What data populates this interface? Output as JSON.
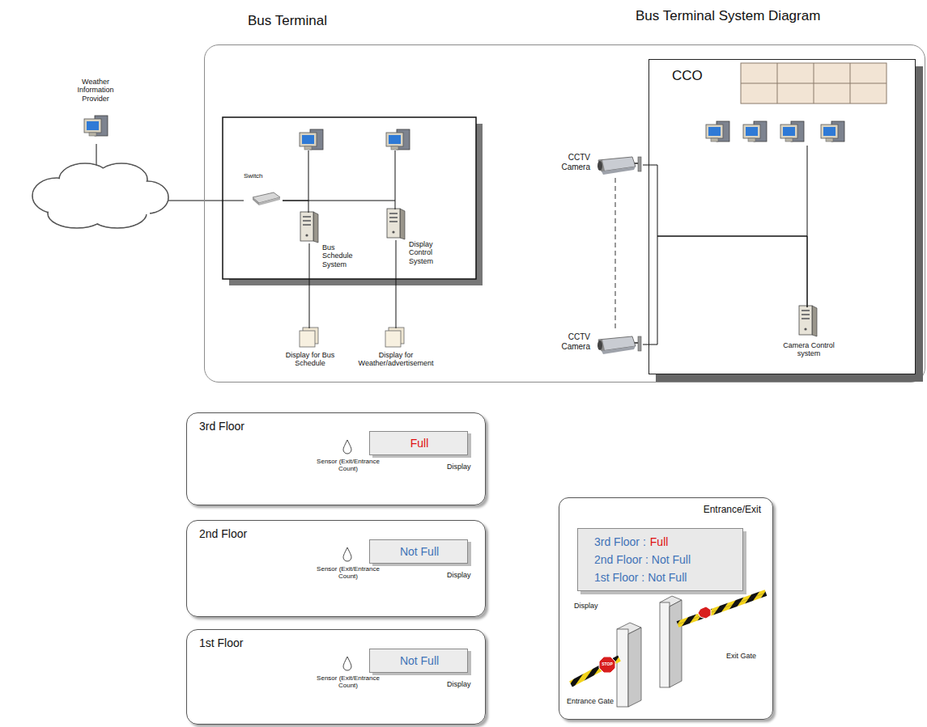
{
  "diagram": {
    "title": "Bus Terminal System Diagram",
    "nodes": [
      {
        "text": [
          "Bus Terminal"
        ]
      },
      {
        "text": [
          "Weather Information Provider"
        ]
      },
      {
        "text": [
          "Switch"
        ],
        "in": 0
      },
      {
        "text": [
          "Bus Schedule System"
        ],
        "in": 0
      },
      {
        "text": [
          "Display Control System"
        ],
        "in": 0
      },
      {
        "text": [
          "Display for Bus Schedule"
        ],
        "in": 0
      },
      {
        "text": [
          "Display for Weather/advertisement"
        ],
        "in": 0
      },
      {
        "text": [
          "CCTV Camera"
        ],
        "in": 0
      },
      {
        "text": [
          "CCTV Camera"
        ],
        "in": 0
      },
      {
        "text": [
          "CCO"
        ],
        "in": 0
      },
      {
        "text": [
          "Camera Control system"
        ],
        "in": 9
      },
      {
        "text": [
          "3rd Floor"
        ]
      },
      {
        "text": [
          "Full",
          "Display"
        ],
        "in": 11
      },
      {
        "text": [
          "2nd Floor"
        ]
      },
      {
        "text": [
          "Not Full",
          "Display"
        ],
        "in": 13
      },
      {
        "text": [
          "1st Floor"
        ]
      },
      {
        "text": [
          "Not Full",
          "Display"
        ],
        "in": 15
      },
      {
        "text": [
          "Entrance/Exit"
        ]
      },
      {
        "text": [
          "3rd Floor :",
          "Full",
          "2nd Floor : Not Full",
          "1st Floor : Not Full",
          "Display"
        ],
        "in": 17
      }
    ],
    "edges": [
      {
        "from": 1,
        "to": 2,
        "arrow": "none"
      },
      {
        "from": 2,
        "to": 3,
        "arrow": "none"
      },
      {
        "from": 2,
        "to": 4,
        "arrow": "none"
      },
      {
        "from": 3,
        "to": 5,
        "arrow": "none"
      },
      {
        "from": 4,
        "to": 6,
        "arrow": "none"
      },
      {
        "from": 7,
        "to": 10,
        "arrow": "none"
      },
      {
        "from": 8,
        "to": 10,
        "arrow": "none"
      }
    ],
    "labels": [
      "Sensor (Exit/Entrance Count)",
      "Sensor (Exit/Entrance Count)",
      "Sensor (Exit/Entrance Count)",
      "STOP",
      "Entrance Gate",
      "Exit Gate"
    ]
  }
}
